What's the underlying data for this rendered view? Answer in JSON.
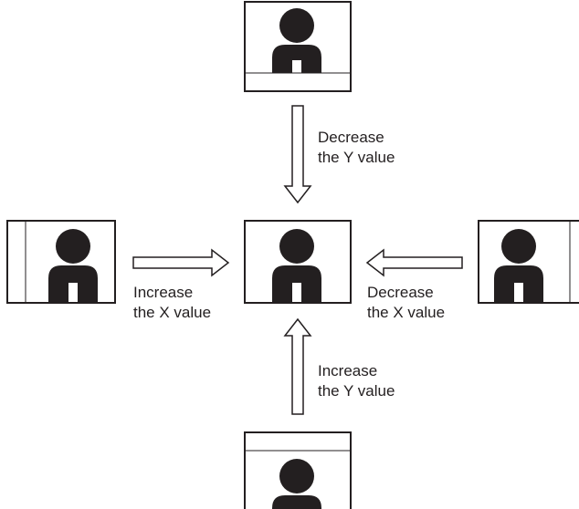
{
  "colors": {
    "stroke": "#231f20",
    "fill": "#231f20",
    "background": "#ffffff"
  },
  "labels": {
    "decrease_y": {
      "line1": "Decrease",
      "line2": "the Y value"
    },
    "increase_x": {
      "line1": "Increase",
      "line2": "the X value"
    },
    "decrease_x": {
      "line1": "Decrease",
      "line2": "the X value"
    },
    "increase_y": {
      "line1": "Increase",
      "line2": "the Y value"
    }
  },
  "icons": [
    "person-icon",
    "arrow-icon"
  ]
}
